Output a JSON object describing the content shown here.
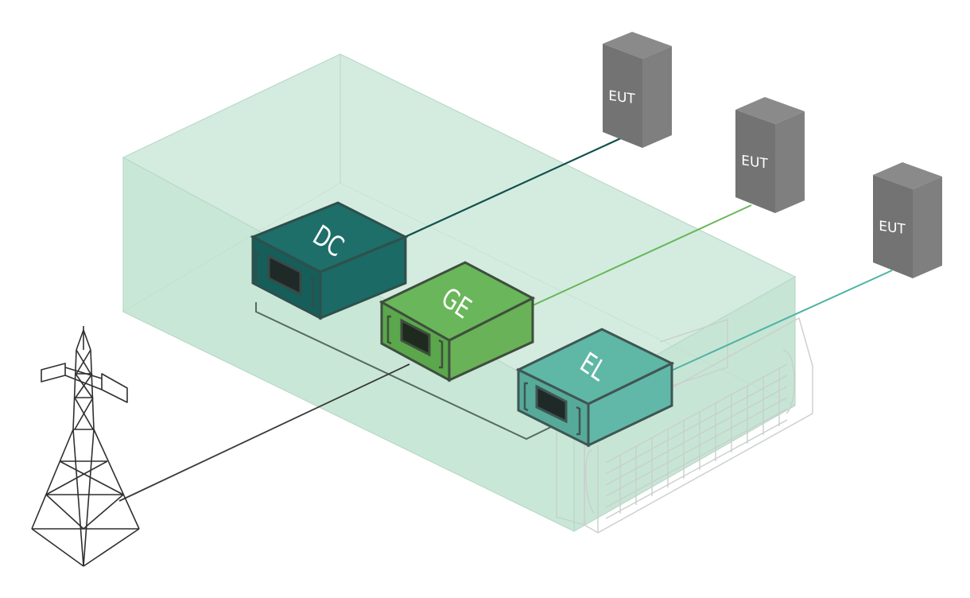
{
  "modules": [
    {
      "id": "dc",
      "label": "DC",
      "color": "#1e6e69"
    },
    {
      "id": "ge",
      "label": "GE",
      "color": "#6ab65a"
    },
    {
      "id": "el",
      "label": "EL",
      "color": "#5fb7a6"
    }
  ],
  "euts": [
    {
      "label": "EUT"
    },
    {
      "label": "EUT"
    },
    {
      "label": "EUT"
    }
  ],
  "colors": {
    "enclosure": "#cfeadc",
    "eut": "#7a7a7a",
    "tower": "#333333"
  }
}
